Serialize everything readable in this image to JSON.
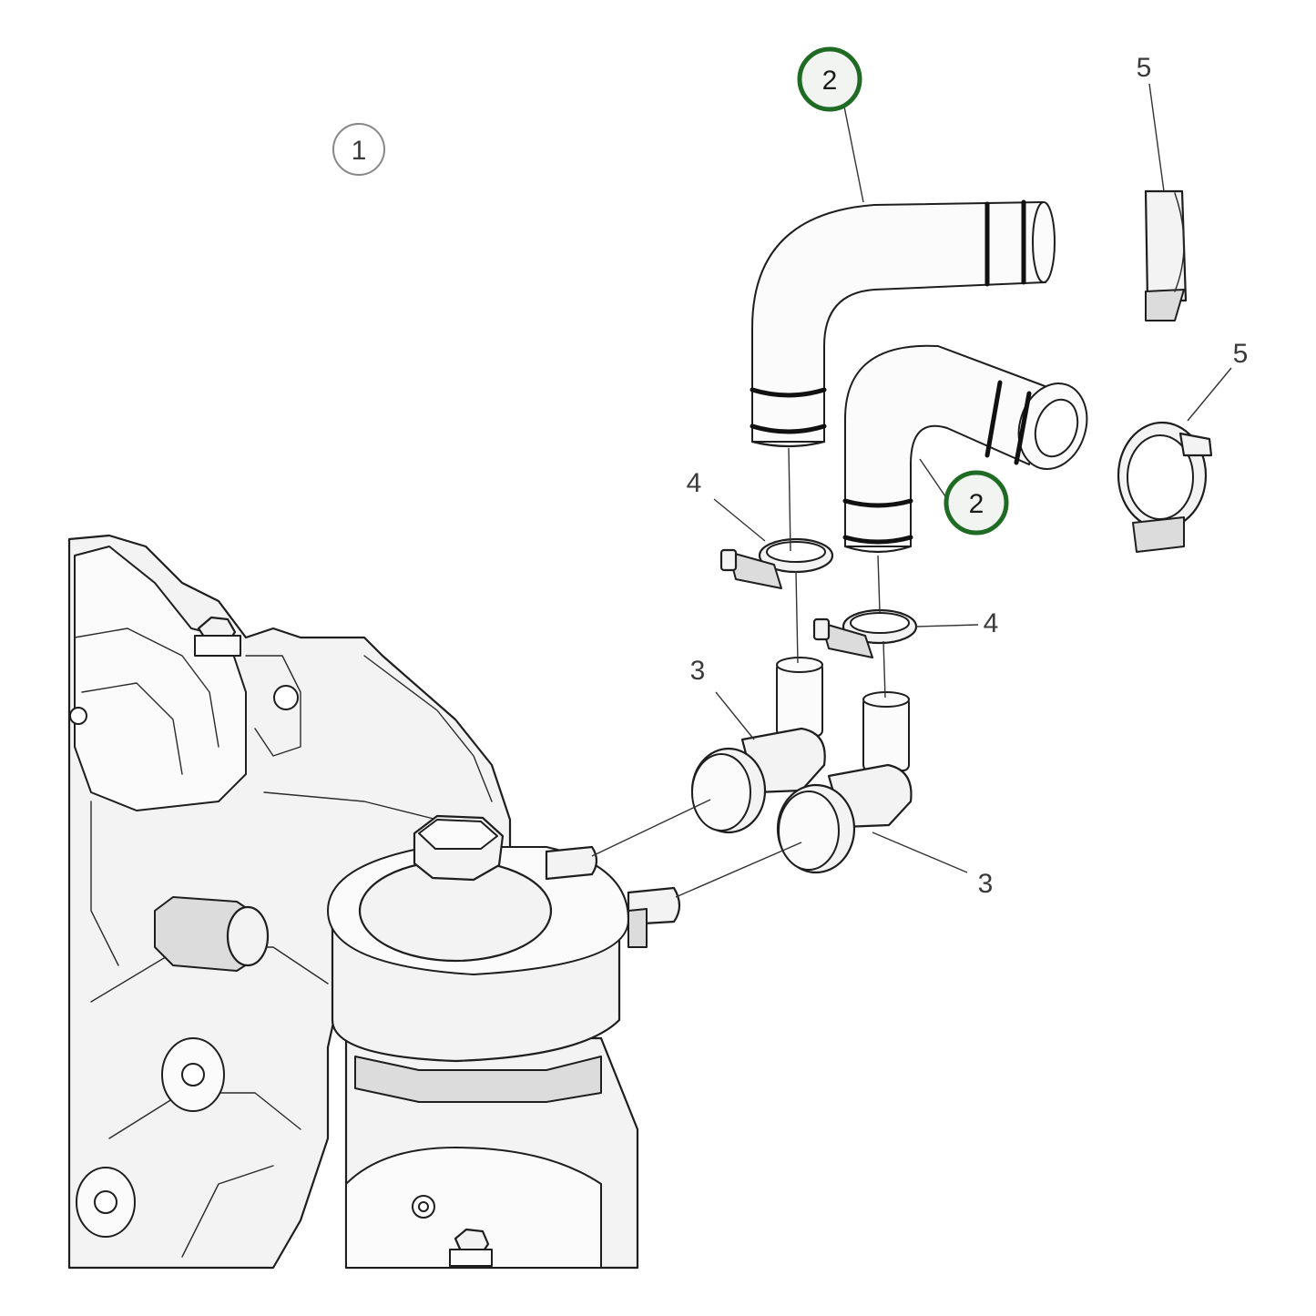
{
  "callouts": {
    "c1": "1",
    "c2_top": "2",
    "c2_mid": "2",
    "c3_upper": "3",
    "c3_lower": "3",
    "c4_left": "4",
    "c4_right": "4",
    "c5_top": "5",
    "c5_right": "5"
  },
  "highlight_color": "#1f6b24"
}
